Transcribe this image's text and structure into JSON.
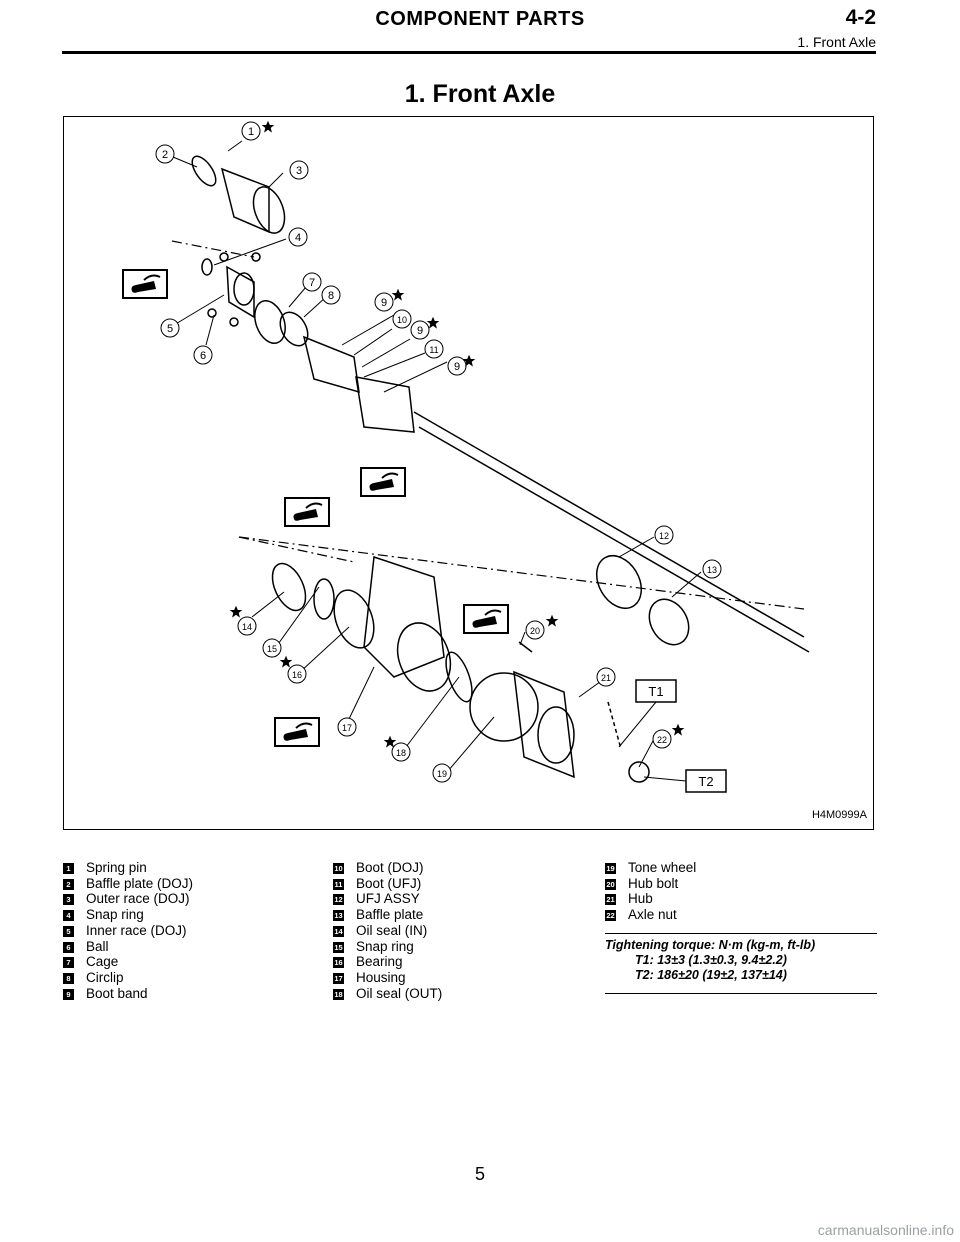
{
  "header": {
    "section_title": "COMPONENT PARTS",
    "section_number": "4-2",
    "subtitle": "1. Front Axle"
  },
  "page_title": "1. Front Axle",
  "figure": {
    "code": "H4M0999A",
    "labels": [
      "1",
      "2",
      "3",
      "4",
      "5",
      "6",
      "7",
      "8",
      "9",
      "10",
      "9",
      "11",
      "9",
      "12",
      "13",
      "14",
      "15",
      "16",
      "17",
      "18",
      "19",
      "20",
      "21",
      "22"
    ],
    "torque_tags": [
      "T1",
      "T2"
    ]
  },
  "legend": {
    "col1": [
      {
        "n": "1",
        "t": "Spring pin"
      },
      {
        "n": "2",
        "t": "Baffle plate (DOJ)"
      },
      {
        "n": "3",
        "t": "Outer race (DOJ)"
      },
      {
        "n": "4",
        "t": "Snap ring"
      },
      {
        "n": "5",
        "t": "Inner race (DOJ)"
      },
      {
        "n": "6",
        "t": "Ball"
      },
      {
        "n": "7",
        "t": "Cage"
      },
      {
        "n": "8",
        "t": "Circlip"
      },
      {
        "n": "9",
        "t": "Boot band"
      }
    ],
    "col2": [
      {
        "n": "10",
        "t": "Boot (DOJ)"
      },
      {
        "n": "11",
        "t": "Boot (UFJ)"
      },
      {
        "n": "12",
        "t": "UFJ ASSY"
      },
      {
        "n": "13",
        "t": "Baffle plate"
      },
      {
        "n": "14",
        "t": "Oil seal (IN)"
      },
      {
        "n": "15",
        "t": "Snap ring"
      },
      {
        "n": "16",
        "t": "Bearing"
      },
      {
        "n": "17",
        "t": "Housing"
      },
      {
        "n": "18",
        "t": "Oil seal (OUT)"
      }
    ],
    "col3": [
      {
        "n": "19",
        "t": "Tone wheel"
      },
      {
        "n": "20",
        "t": "Hub bolt"
      },
      {
        "n": "21",
        "t": "Hub"
      },
      {
        "n": "22",
        "t": "Axle nut"
      }
    ]
  },
  "torque": {
    "heading": "Tightening torque: N·m (kg-m, ft-lb)",
    "t1": "T1: 13±3 (1.3±0.3, 9.4±2.2)",
    "t2": "T2: 186±20 (19±2, 137±14)"
  },
  "page_number": "5",
  "watermark": "carmanualsonline.info"
}
